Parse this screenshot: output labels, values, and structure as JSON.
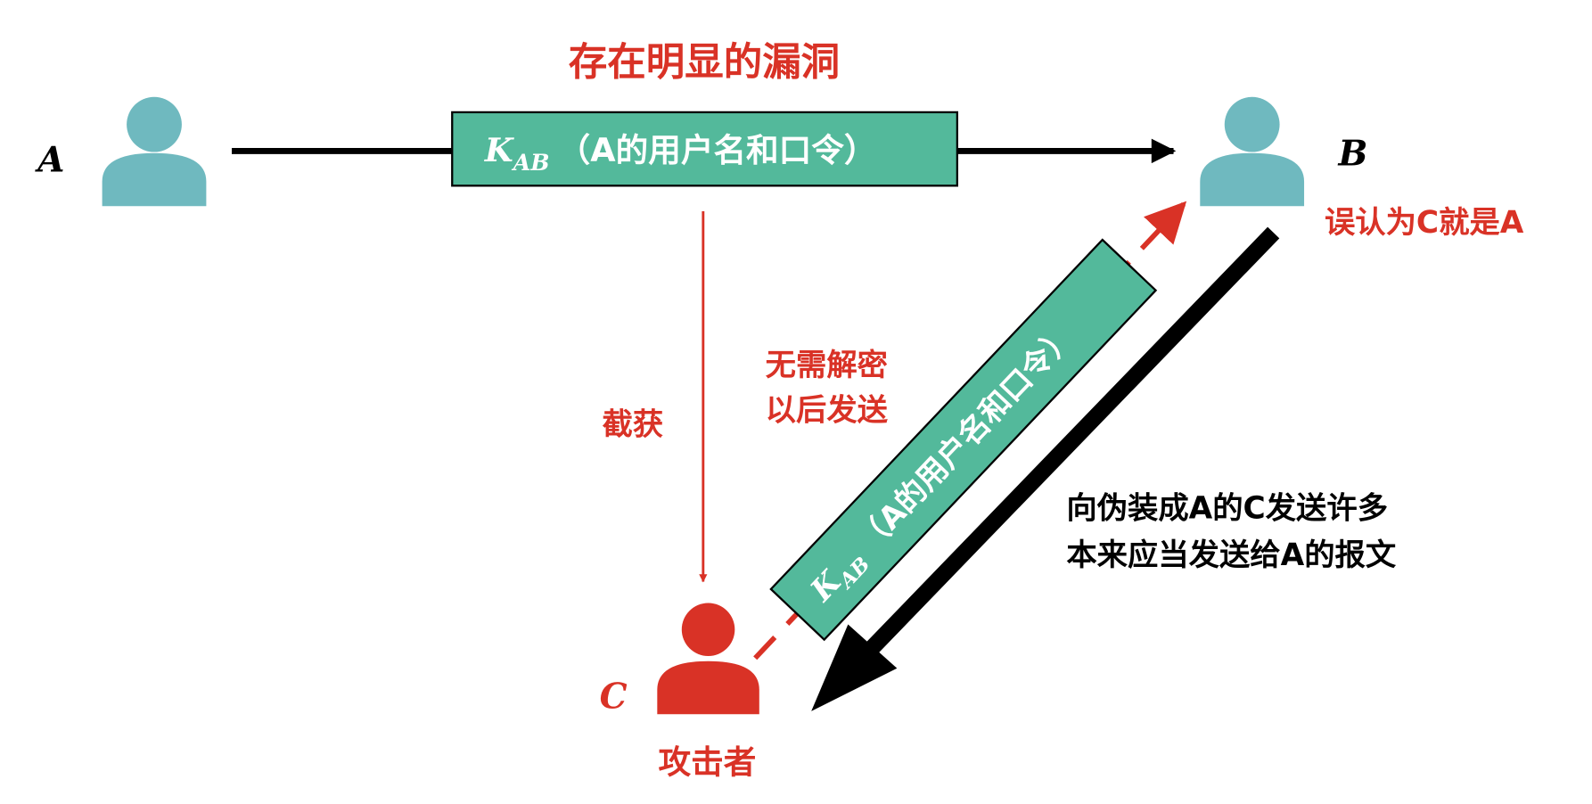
{
  "title": "存在明显的漏洞",
  "nodes": {
    "a": {
      "label": "A"
    },
    "b": {
      "label": "B",
      "note": "误认为C就是A"
    },
    "c": {
      "label": "C",
      "role": "攻击者"
    }
  },
  "message": {
    "key": "K",
    "key_sub": "AB",
    "content": "（A的用户名和口令）"
  },
  "intercept_label": "截获",
  "replay_label": [
    "无需解密",
    "以后发送"
  ],
  "response_label": [
    "向伪装成A的C发送许多",
    "本来应当发送给A的报文"
  ],
  "colors": {
    "person": "#6fb9bf",
    "message_box": "#53b99b",
    "attacker": "#d93226",
    "text_red": "#d93226"
  }
}
